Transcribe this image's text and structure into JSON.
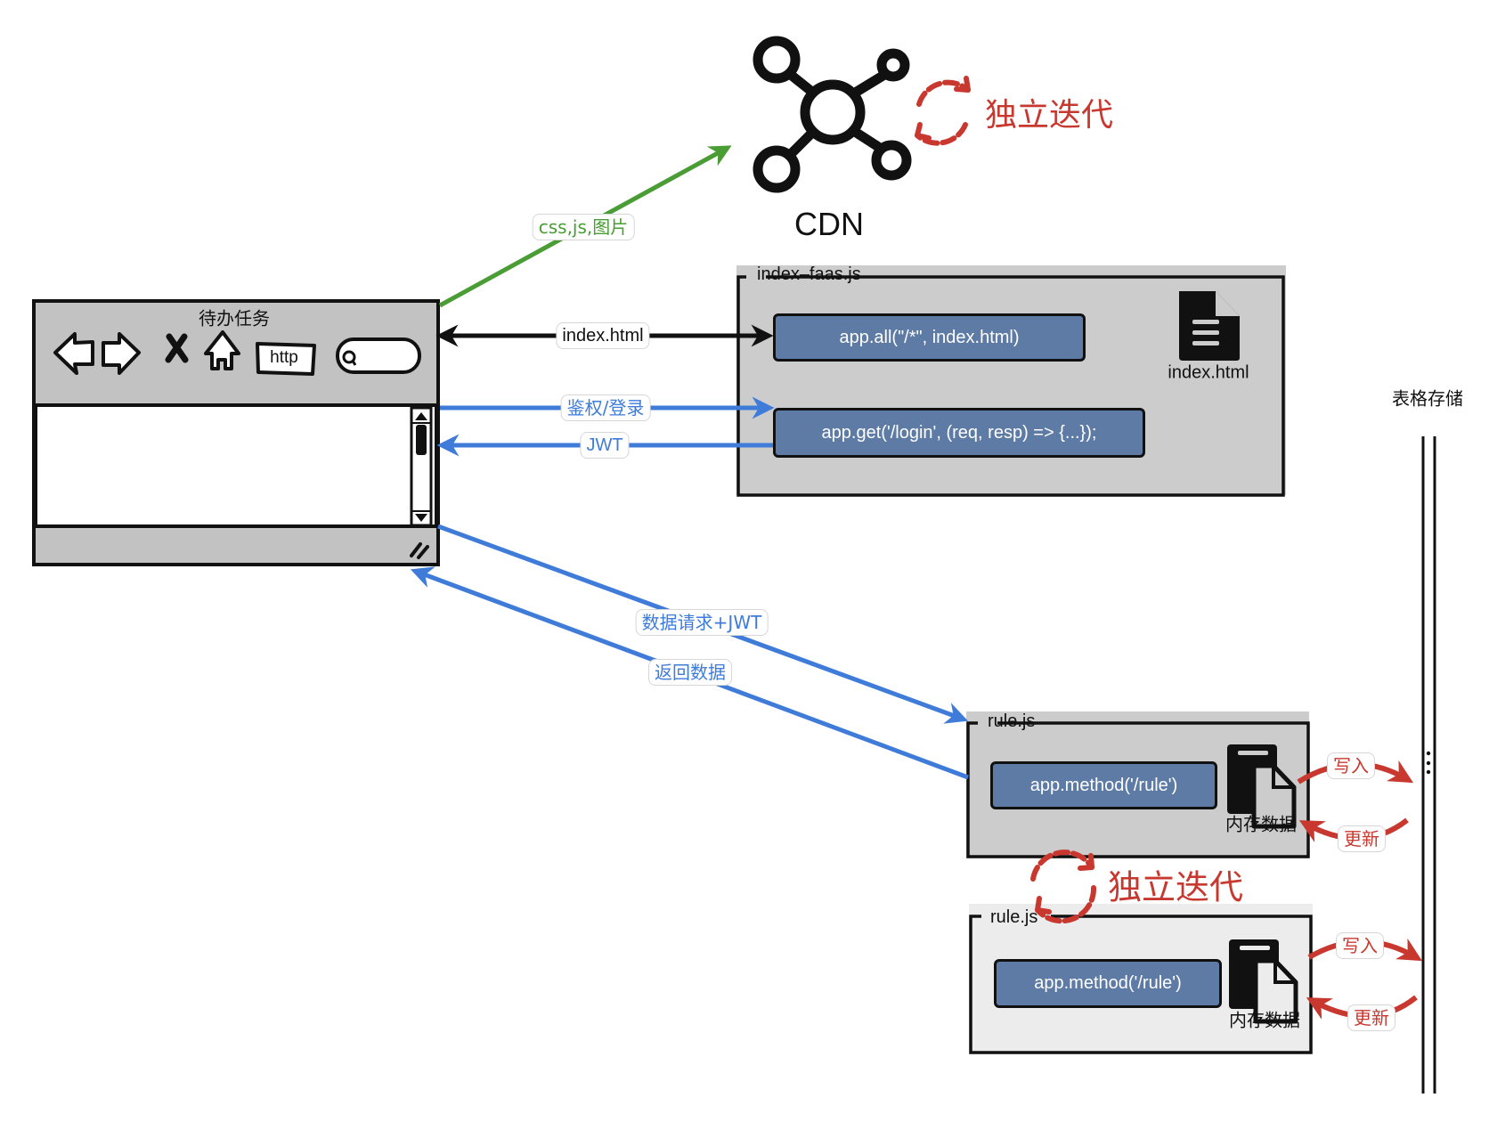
{
  "browser": {
    "title": "待办任务",
    "url_label": "http",
    "icons": [
      "back-arrow-icon",
      "forward-arrow-icon",
      "close-icon",
      "home-icon",
      "url-field",
      "search-icon",
      "scrollbar",
      "resize-grip-icon"
    ]
  },
  "cdn": {
    "label": "CDN",
    "iteration_label": "独立迭代"
  },
  "edges": {
    "static_assets": "css,js,图片",
    "index_html": "index.html",
    "auth_login": "鉴权/登录",
    "jwt": "JWT",
    "data_request": "数据请求+JWT",
    "return_data": "返回数据",
    "write": "写入",
    "update": "更新"
  },
  "index_faas": {
    "title": "index–faas.js",
    "route_all": "app.all(\"/*\", index.html)",
    "route_login": "app.get('/login', (req, resp) => {...});",
    "file_label": "index.html"
  },
  "rules": [
    {
      "title": "rule.js",
      "method": "app.method('/rule')",
      "memory_label": "内存数据"
    },
    {
      "title": "rule.js",
      "method": "app.method('/rule')",
      "memory_label": "内存数据"
    }
  ],
  "rule_iteration_label": "独立迭代",
  "storage": {
    "label": "表格存储"
  },
  "colors": {
    "green": "#4a9c35",
    "blue": "#3f7bd8",
    "red": "#c8382f",
    "code_box": "#5e7ba6",
    "panel_gray": "#cccccc",
    "panel_light": "#ececec",
    "browser_gray": "#c2c2c2"
  }
}
